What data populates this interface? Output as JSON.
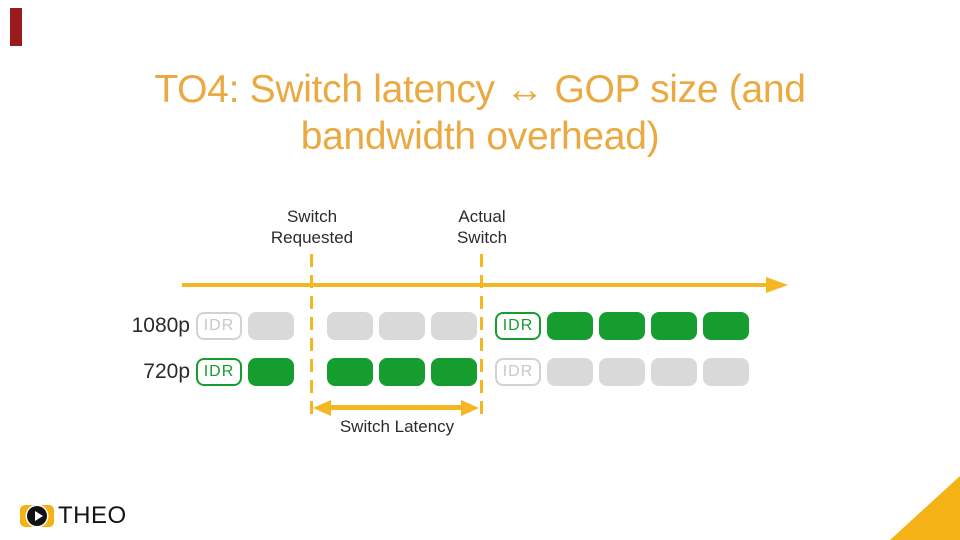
{
  "title": {
    "line1": "TO4: Switch latency ↔ GOP size (and",
    "line2": "bandwidth overhead)"
  },
  "diagram": {
    "switch_requested_label": {
      "line1": "Switch",
      "line2": "Requested"
    },
    "actual_switch_label": {
      "line1": "Actual",
      "line2": "Switch"
    },
    "switch_latency_label": "Switch Latency",
    "rows": [
      {
        "label": "1080p",
        "blocks": [
          {
            "kind": "idr",
            "color": "gray",
            "label": "IDR"
          },
          {
            "kind": "solid",
            "color": "gray"
          },
          {
            "kind": "solid",
            "color": "gray"
          },
          {
            "kind": "solid",
            "color": "gray"
          },
          {
            "kind": "solid",
            "color": "gray"
          },
          {
            "kind": "idr",
            "color": "green",
            "label": "IDR"
          },
          {
            "kind": "solid",
            "color": "green"
          },
          {
            "kind": "solid",
            "color": "green"
          },
          {
            "kind": "solid",
            "color": "green"
          },
          {
            "kind": "solid",
            "color": "green"
          }
        ]
      },
      {
        "label": "720p",
        "blocks": [
          {
            "kind": "idr",
            "color": "green",
            "label": "IDR"
          },
          {
            "kind": "solid",
            "color": "green"
          },
          {
            "kind": "solid",
            "color": "green"
          },
          {
            "kind": "solid",
            "color": "green"
          },
          {
            "kind": "solid",
            "color": "green"
          },
          {
            "kind": "idr",
            "color": "gray",
            "label": "IDR"
          },
          {
            "kind": "solid",
            "color": "gray"
          },
          {
            "kind": "solid",
            "color": "gray"
          },
          {
            "kind": "solid",
            "color": "gray"
          },
          {
            "kind": "solid",
            "color": "gray"
          }
        ]
      }
    ]
  },
  "footer": {
    "brand": "THEO"
  },
  "colors": {
    "title_yellow": "#EAA941",
    "diagram_yellow": "#F4B722",
    "green": "#169D30",
    "gray": "#D9D9D9",
    "brand_yellow": "#F5B216",
    "accent_red": "#9A1A1E"
  }
}
